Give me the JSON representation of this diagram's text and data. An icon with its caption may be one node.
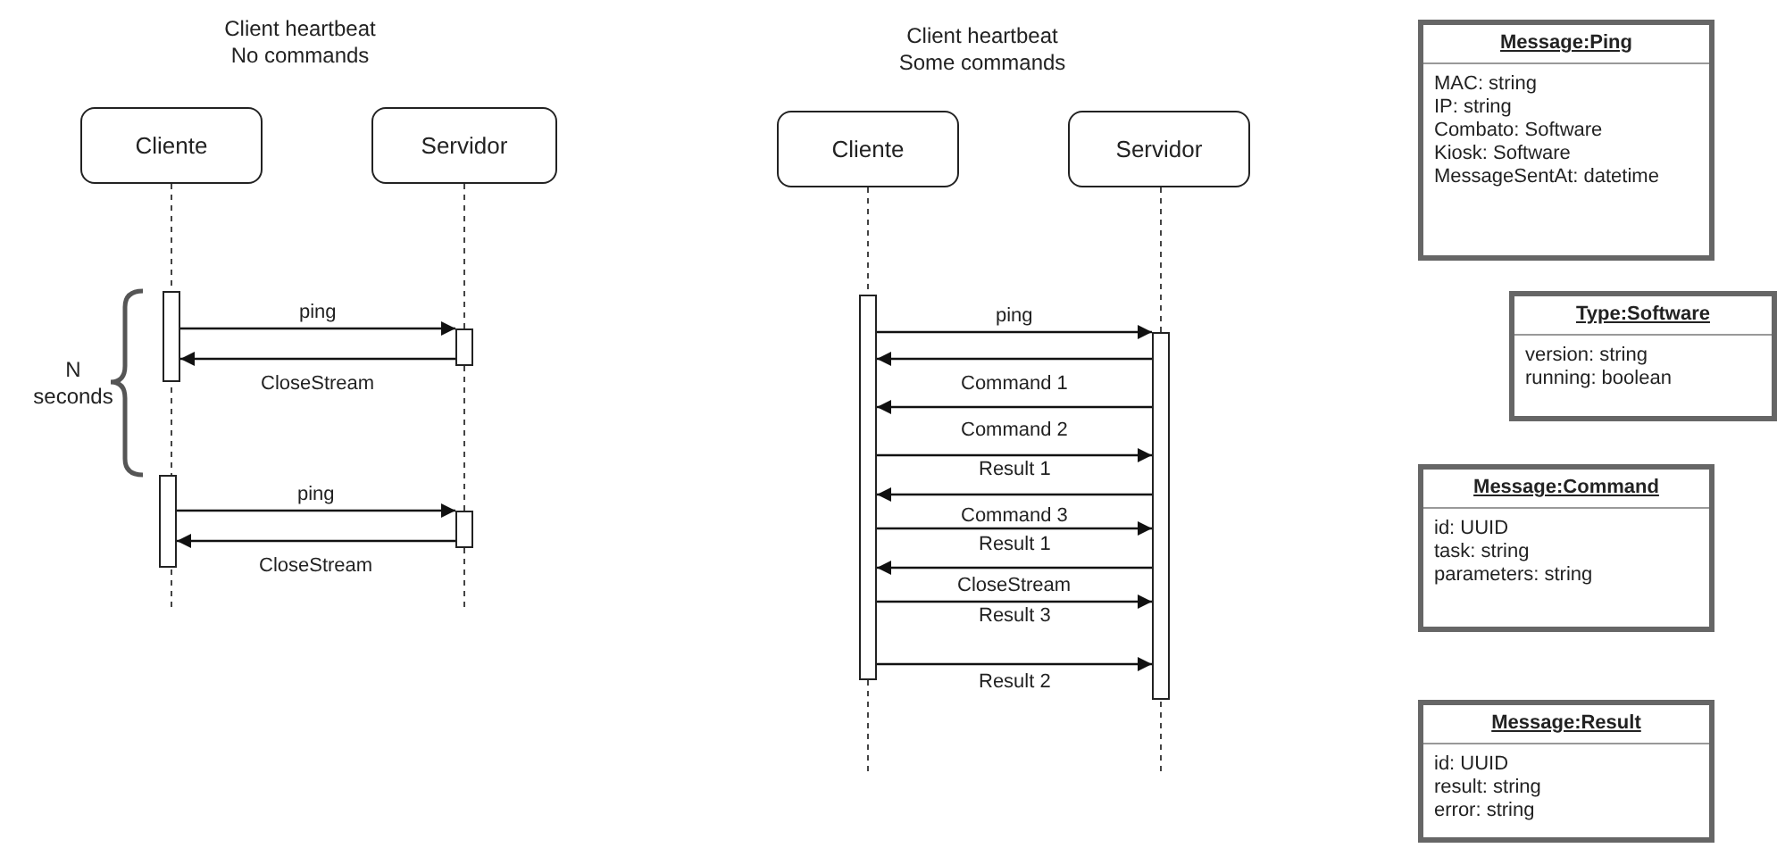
{
  "diagram": {
    "nodes": [
      {
        "text": [
          "Cliente"
        ]
      },
      {
        "text": [
          "Servidor"
        ]
      },
      {
        "text": [
          "Cliente"
        ]
      },
      {
        "text": [
          "Servidor"
        ]
      },
      {
        "text": [
          "Message:Ping",
          "MAC: string",
          "IP: string",
          "Combato: Software",
          "Kiosk: Software",
          "MessageSentAt: datetime"
        ]
      },
      {
        "text": [
          "Type:Software",
          "version: string",
          "running: boolean"
        ]
      },
      {
        "text": [
          "Message:Command",
          "id: UUID",
          "task: string",
          "parameters: string"
        ]
      },
      {
        "text": [
          "Message:Result",
          "id: UUID",
          "result: string",
          "error: string"
        ]
      },
      {
        "text": [],
        "shape": "bar"
      },
      {
        "text": [],
        "shape": "bar"
      },
      {
        "text": [],
        "shape": "bar"
      },
      {
        "text": [],
        "shape": "bar"
      },
      {
        "text": [],
        "shape": "bar"
      },
      {
        "text": [],
        "shape": "bar"
      }
    ],
    "edges": [
      {
        "from": 8,
        "to": 9,
        "arrow": "to",
        "label": "ping"
      },
      {
        "from": 9,
        "to": 8,
        "arrow": "to",
        "label": "CloseStream"
      },
      {
        "from": 10,
        "to": 11,
        "arrow": "to",
        "label": "ping"
      },
      {
        "from": 11,
        "to": 10,
        "arrow": "to",
        "label": "CloseStream"
      },
      {
        "from": 12,
        "to": 13,
        "arrow": "to",
        "label": "ping"
      },
      {
        "from": 13,
        "to": 12,
        "arrow": "to",
        "label": "Command 1"
      },
      {
        "from": 13,
        "to": 12,
        "arrow": "to",
        "label": "Command 2"
      },
      {
        "from": 12,
        "to": 13,
        "arrow": "to",
        "label": "Result 1"
      },
      {
        "from": 13,
        "to": 12,
        "arrow": "to",
        "label": "Command 3"
      },
      {
        "from": 12,
        "to": 13,
        "arrow": "to",
        "label": "Result 1"
      },
      {
        "from": 13,
        "to": 12,
        "arrow": "to",
        "label": "CloseStream"
      },
      {
        "from": 12,
        "to": 13,
        "arrow": "to",
        "label": "Result 3"
      },
      {
        "from": 12,
        "to": 13,
        "arrow": "to",
        "label": "Result 2"
      }
    ],
    "labels": [
      "Client heartbeat No commands",
      "N seconds",
      "Client heartbeat Some commands"
    ]
  }
}
